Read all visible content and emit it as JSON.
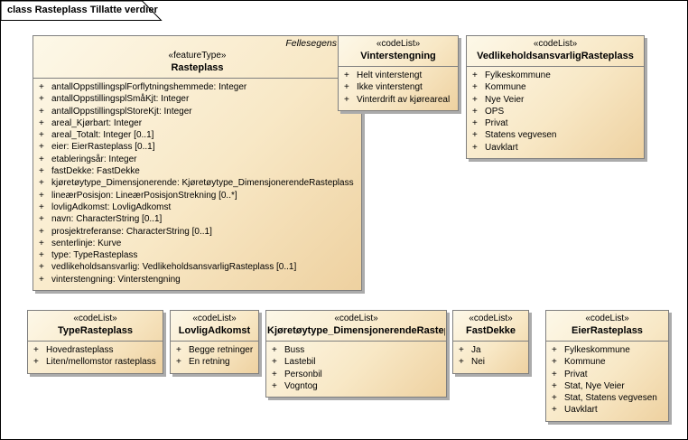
{
  "meta": {
    "visibility_symbol": "+"
  },
  "frame": {
    "title": "class Rasteplass Tillatte verdier"
  },
  "colors": {
    "box_fill_light": "#FDF8E8",
    "box_fill_dark": "#EED1A0",
    "box_border": "#7F7F7F",
    "box_shadow": "#ABABAB",
    "canvas_border": "#000000",
    "background": "#FFFFFF",
    "text": "#000000"
  },
  "classes": {
    "rasteplass": {
      "annotation": "Fellesegens",
      "stereotype": "«featureType»",
      "name": "Rasteplass",
      "attributes": [
        "antallOppstillingsplForflytningshemmede: Integer",
        "antallOppstillingsplSmåKjt: Integer",
        "antallOppstillingsplStoreKjt: Integer",
        "areal_Kjørbart: Integer",
        "areal_Totalt: Integer [0..1]",
        "eier: EierRasteplass [0..1]",
        "etableringsår: Integer",
        "fastDekke: FastDekke",
        "kjøretøytype_Dimensjonerende: Kjøretøytype_DimensjonerendeRasteplass",
        "lineærPosisjon: LineærPosisjonStrekning [0..*]",
        "lovligAdkomst: LovligAdkomst",
        "navn: CharacterString [0..1]",
        "prosjektreferanse: CharacterString [0..1]",
        "senterlinje: Kurve",
        "type: TypeRasteplass",
        "vedlikeholdsansvarlig: VedlikeholdsansvarligRasteplass [0..1]",
        "vinterstengning: Vinterstengning"
      ]
    },
    "vinterstengning": {
      "stereotype": "«codeList»",
      "name": "Vinterstengning",
      "items": [
        "Helt vinterstengt",
        "Ikke vinterstengt",
        "Vinterdrift av kjøreareal"
      ]
    },
    "vedlikeholdsansvarlig_rasteplass": {
      "stereotype": "«codeList»",
      "name": "VedlikeholdsansvarligRasteplass",
      "items": [
        "Fylkeskommune",
        "Kommune",
        "Nye Veier",
        "OPS",
        "Privat",
        "Statens vegvesen",
        "Uavklart"
      ]
    },
    "type_rasteplass": {
      "stereotype": "«codeList»",
      "name": "TypeRasteplass",
      "items": [
        "Hovedrasteplass",
        "Liten/mellomstor rasteplass"
      ]
    },
    "lovlig_adkomst": {
      "stereotype": "«codeList»",
      "name": "LovligAdkomst",
      "items": [
        "Begge retninger",
        "En retning"
      ]
    },
    "kjoretoytype_dimensjonerende_rasteplass": {
      "stereotype": "«codeList»",
      "name": "Kjøretøytype_DimensjonerendeRastepla",
      "items": [
        "Buss",
        "Lastebil",
        "Personbil",
        "Vogntog"
      ]
    },
    "fast_dekke": {
      "stereotype": "«codeList»",
      "name": "FastDekke",
      "items": [
        "Ja",
        "Nei"
      ]
    },
    "eier_rasteplass": {
      "stereotype": "«codeList»",
      "name": "EierRasteplass",
      "items": [
        "Fylkeskommune",
        "Kommune",
        "Privat",
        "Stat, Nye Veier",
        "Stat, Statens vegvesen",
        "Uavklart"
      ]
    }
  }
}
